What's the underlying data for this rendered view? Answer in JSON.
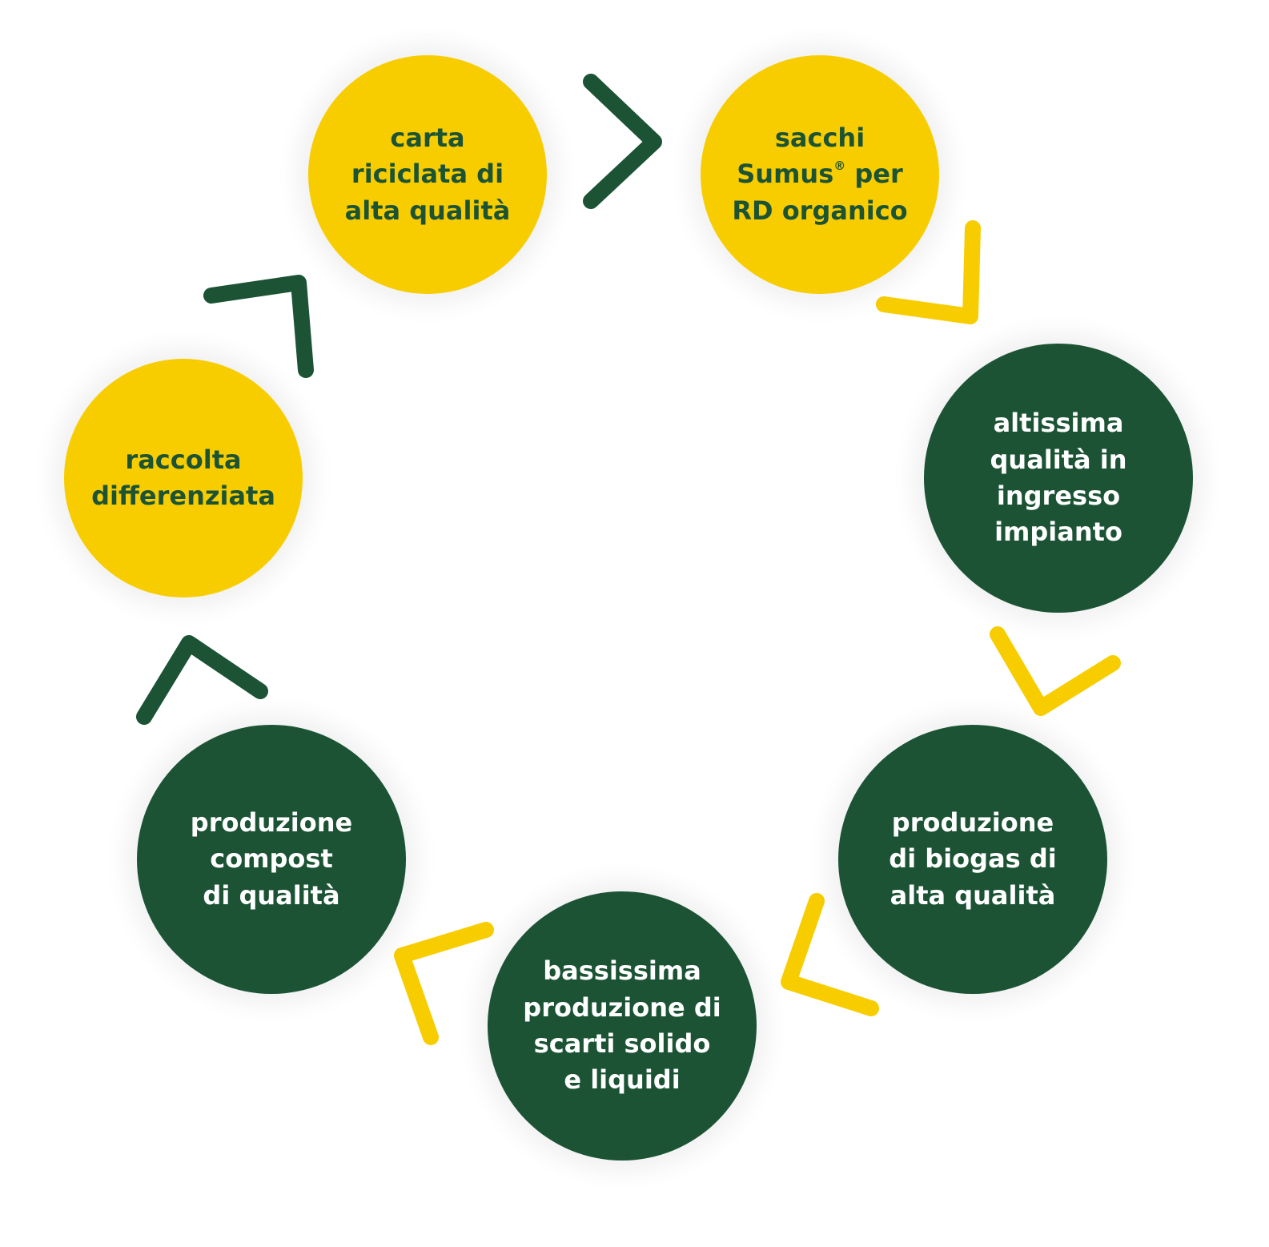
{
  "colors": {
    "yellow": "#f8cd00",
    "green": "#1b5334",
    "white": "#ffffff"
  },
  "nodes": [
    {
      "id": "carta",
      "text": "carta\nriciclata di\nalta qualità",
      "style": "yellow"
    },
    {
      "id": "sacchi",
      "line1": "sacchi",
      "line2a": "Sumus",
      "sup": "®",
      "line2b": " per",
      "line3": "RD organico",
      "style": "yellow"
    },
    {
      "id": "altissima",
      "text": "altissima\nqualità in\ningresso\nimpianto",
      "style": "green"
    },
    {
      "id": "biogas",
      "text": "produzione\ndi biogas di\nalta qualità",
      "style": "green"
    },
    {
      "id": "bassissima",
      "text": "bassissima\nproduzione di\nscarti solido\ne liquidi",
      "style": "green"
    },
    {
      "id": "compost",
      "text": "produzione\ncompost\ndi qualità",
      "style": "green"
    },
    {
      "id": "raccolta",
      "text": "raccolta\ndifferenziata",
      "style": "yellow"
    }
  ],
  "arrows": [
    {
      "from": "carta",
      "to": "sacchi",
      "color": "green"
    },
    {
      "from": "sacchi",
      "to": "altissima",
      "color": "yellow"
    },
    {
      "from": "altissima",
      "to": "biogas",
      "color": "yellow"
    },
    {
      "from": "biogas",
      "to": "bassissima",
      "color": "yellow"
    },
    {
      "from": "bassissima",
      "to": "compost",
      "color": "yellow"
    },
    {
      "from": "compost",
      "to": "raccolta",
      "color": "green"
    },
    {
      "from": "raccolta",
      "to": "carta",
      "color": "green"
    }
  ]
}
